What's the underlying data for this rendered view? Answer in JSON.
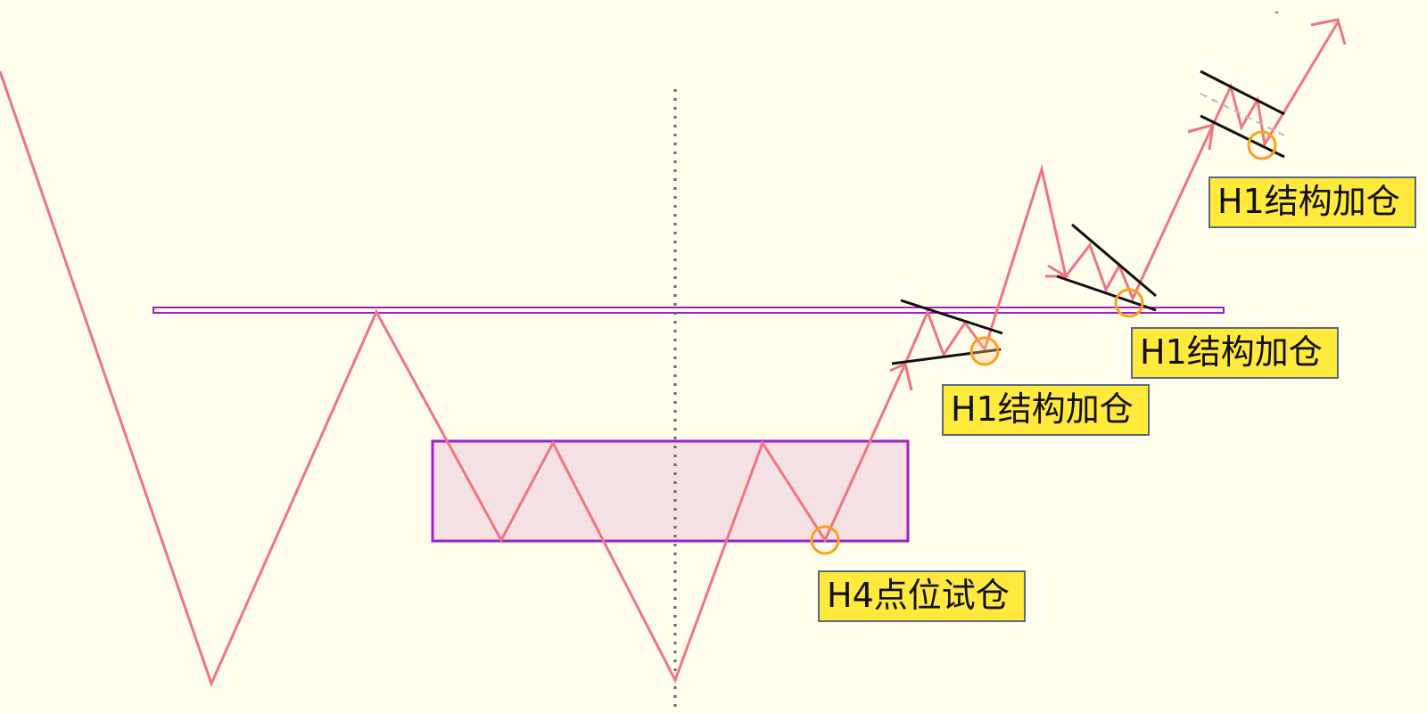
{
  "labels": {
    "h4_entry": "H4点位试仓",
    "h1_add_1": "H1结构加仓",
    "h1_add_2": "H1结构加仓",
    "h1_add_3": "H1结构加仓"
  },
  "corner_mark": "-",
  "colors": {
    "background": "#fffdeb",
    "price_line": "#f07580",
    "resistance_line": "#a020c0",
    "zone_fill": "#f5e0e3",
    "zone_border": "#a020c0",
    "entry_circle": "#ff9f1a",
    "trendline": "#111111",
    "label_fill": "#ffe93d",
    "label_border": "#5b6b78",
    "divider": "#666666"
  }
}
